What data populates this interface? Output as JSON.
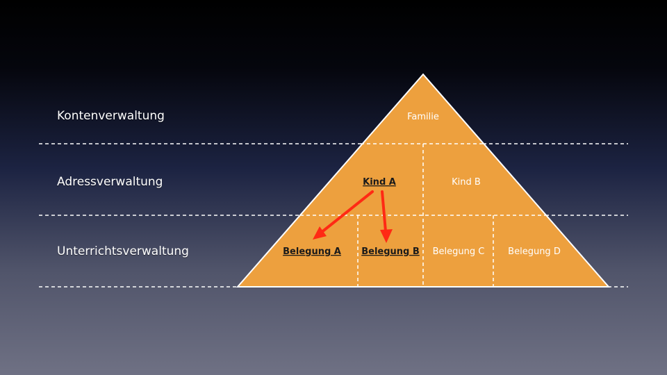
{
  "levels": {
    "konten": "Kontenverwaltung",
    "adress": "Adressverwaltung",
    "unterricht": "Unterrichtsverwaltung"
  },
  "pyramid": {
    "top": "Familie",
    "kind_a": "Kind A",
    "kind_b": "Kind B",
    "belegung_a": "Belegung A",
    "belegung_b": "Belegung B",
    "belegung_c": "Belegung C",
    "belegung_d": "Belegung D"
  },
  "colors": {
    "pyramid_fill": "#eda03e",
    "arrow": "#ff2a14",
    "divider": "#ffffff"
  }
}
